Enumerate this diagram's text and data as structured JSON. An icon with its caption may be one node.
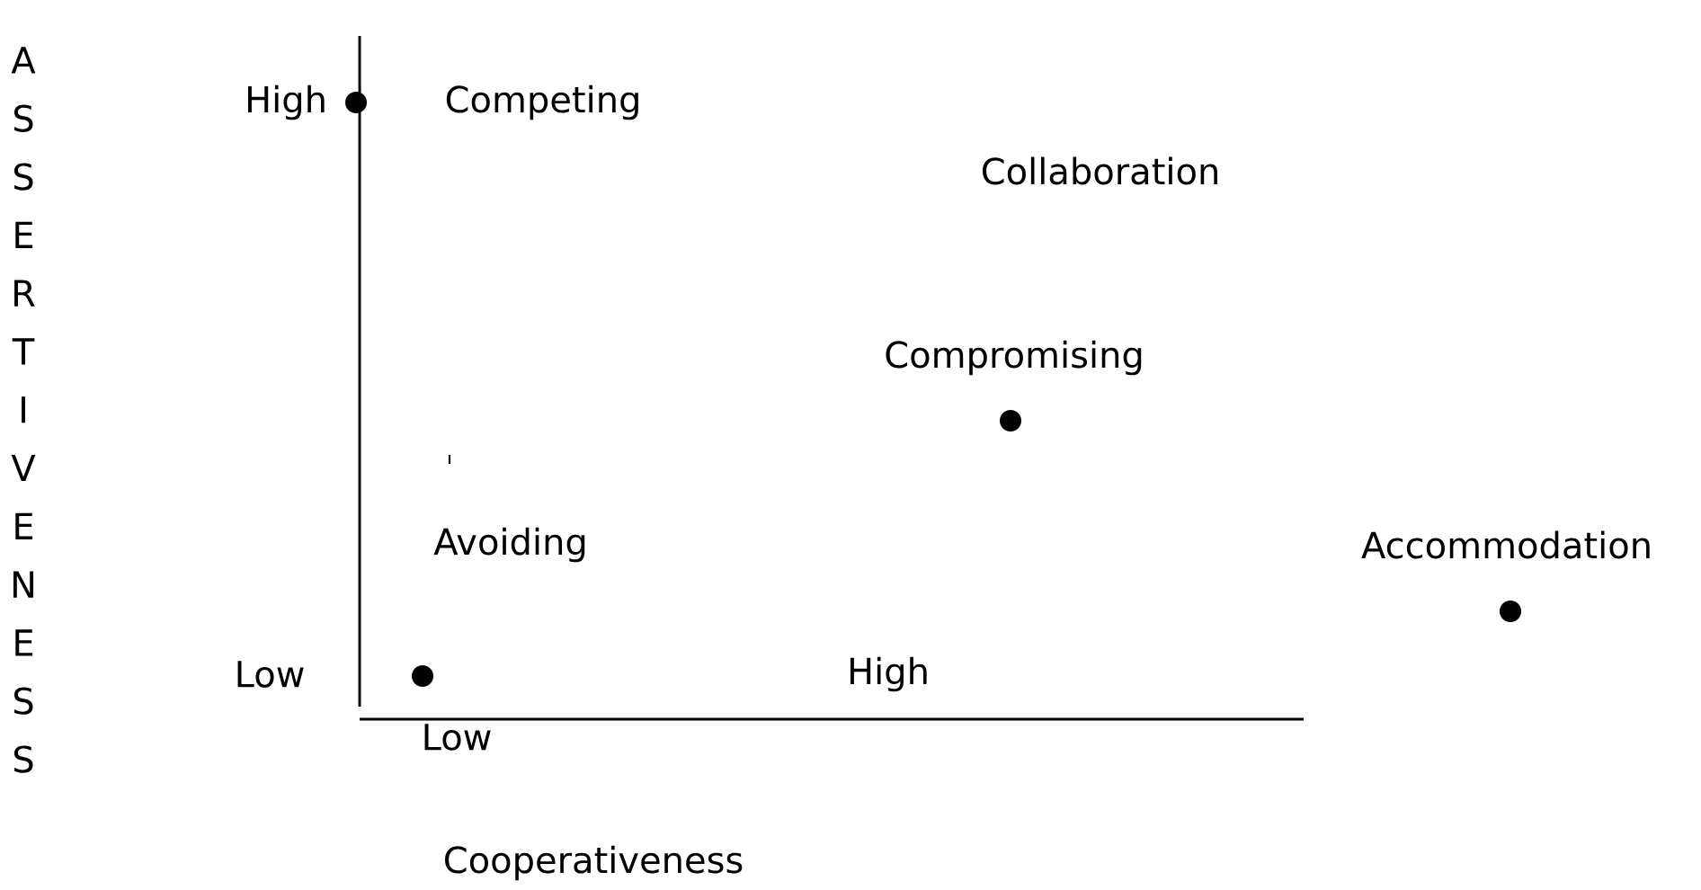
{
  "diagram": {
    "labels": [
      "A S S E R T I V E N E S S",
      "High",
      "Competing",
      "Collaboration",
      "Compromising",
      "Avoiding",
      "Accommodation",
      "Low",
      "High",
      "Low",
      "Cooperativeness"
    ]
  }
}
